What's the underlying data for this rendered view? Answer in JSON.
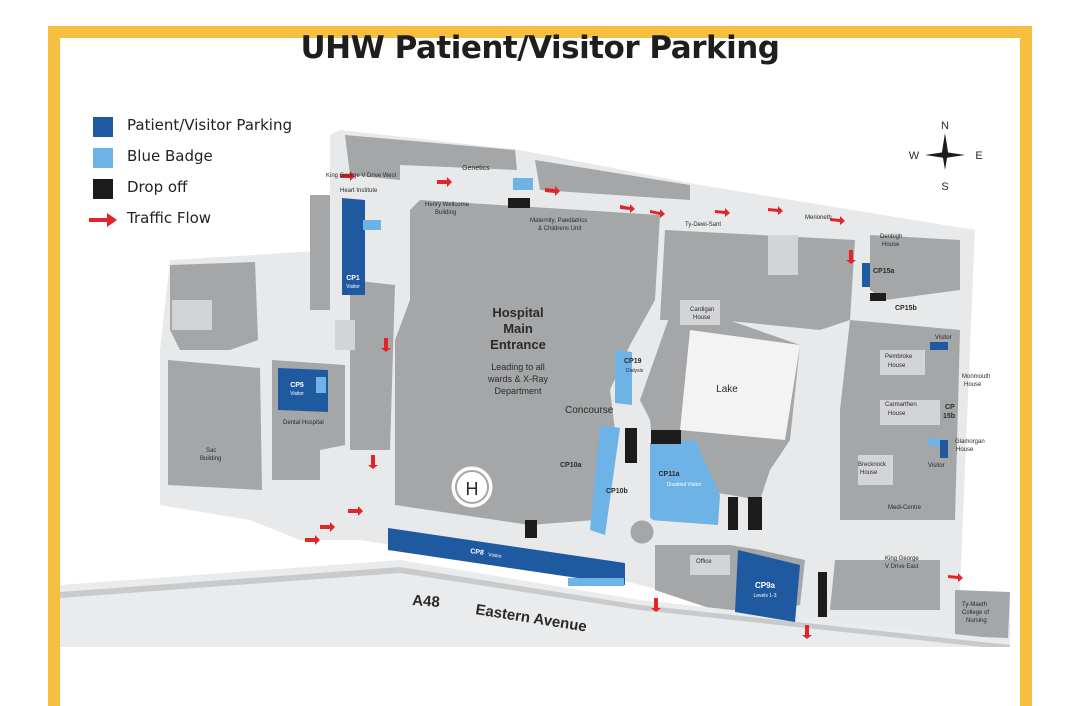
{
  "title": "UHW Patient/Visitor Parking",
  "colors": {
    "frame": "#f6bf3f",
    "patient_visitor": "#1f5aa0",
    "blue_badge": "#6db3e6",
    "drop_off": "#1c1c1c",
    "traffic": "#e3252b",
    "building": "#a4a6a8",
    "road": "#e8e9ea"
  },
  "legend": [
    {
      "label": "Patient/Visitor Parking",
      "kind": "patient_visitor"
    },
    {
      "label": "Blue Badge",
      "kind": "blue_badge"
    },
    {
      "label": "Drop off",
      "kind": "drop_off"
    },
    {
      "label": "Traffic Flow",
      "kind": "traffic"
    }
  ],
  "compass": {
    "n": "N",
    "s": "S",
    "e": "E",
    "w": "W"
  },
  "roads": {
    "a48": "A48",
    "eastern_avenue": "Eastern Avenue",
    "kgv_west": "King George V Drive West",
    "kgv_east": "King George V Drive East"
  },
  "buildings": {
    "genetics": "Genetics",
    "heart_institute": "Heart Institute",
    "henry_wellcome_1": "Henry Wellcome",
    "henry_wellcome_2": "Building",
    "maternity_1": "Maternity, Paediatrics",
    "maternity_2": "& Childrens Unit",
    "ty_dewi_sant": "Ty-Dewi-Sant",
    "merioneth": "Merioneth",
    "denbigh_1": "Denbigh",
    "denbigh_2": "House",
    "cardigan_1": "Cardigan",
    "cardigan_2": "House",
    "pembroke_1": "Pembroke",
    "pembroke_2": "House",
    "monmouth_1": "Monmouth",
    "monmouth_2": "House",
    "carmarthen_1": "Carmarthen",
    "carmarthen_2": "House",
    "glamorgan_1": "Glamorgan",
    "glamorgan_2": "House",
    "brecknock_1": "Brecknock",
    "brecknock_2": "House",
    "medi_centre": "Medi-Centre",
    "ty_maeth_1": "Ty-Maeth",
    "ty_maeth_2": "College of",
    "ty_maeth_3": "Nursing",
    "sac_1": "Sac",
    "sac_2": "Building",
    "dental": "Dental Hospital",
    "office": "Office",
    "lake": "Lake",
    "concourse": "Concourse",
    "main_1": "Hospital",
    "main_2": "Main",
    "main_3": "Entrance",
    "main_sub_1": "Leading to all",
    "main_sub_2": "wards & X-Ray",
    "main_sub_3": "Department",
    "helipad": "H"
  },
  "car_parks": {
    "cp1": "CP1",
    "cp1_sub": "Visitor",
    "cp5": "CP5",
    "cp5_sub": "Visitor",
    "cp8": "CP8",
    "cp8_sub": "Visitor",
    "cp9a": "CP9a",
    "cp9a_sub": "Levels 1-3",
    "cp10a": "CP10a",
    "cp10b": "CP10b",
    "cp11a": "CP11a",
    "cp11a_sub": "Disabled Visitor",
    "cp15a": "CP15a",
    "cp15b": "CP15b",
    "cp15b_2a": "CP",
    "cp15b_2b": "15b",
    "cp19": "CP19",
    "cp19_sub": "Dialysis",
    "visitor_1": "Visitor",
    "visitor_2": "Visitor"
  }
}
